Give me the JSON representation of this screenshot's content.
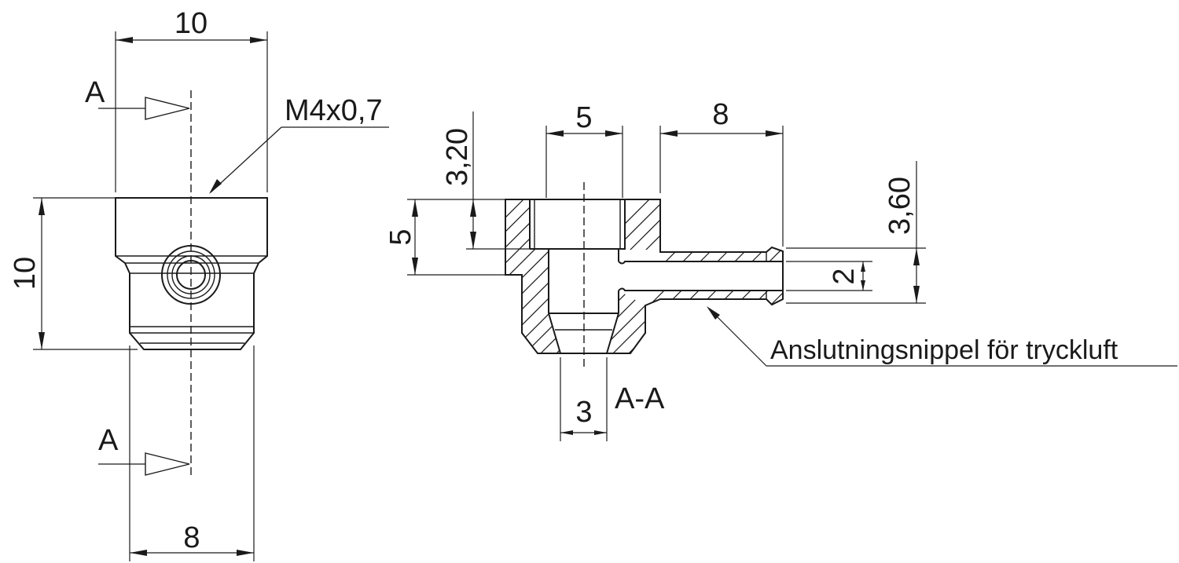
{
  "front_view": {
    "dim_top_width": "10",
    "dim_height": "10",
    "dim_bottom_width": "8",
    "section_marker_top": "A",
    "section_marker_bottom": "A",
    "thread_callout": "M4x0,7"
  },
  "section_view": {
    "title": "A-A",
    "dim_bore_width": "5",
    "dim_bore_depth": "3,20",
    "dim_upper_height": "5",
    "dim_nipple_length": "8",
    "dim_nipple_outer": "3,60",
    "dim_nipple_inner": "2",
    "dim_outlet_width": "3",
    "nipple_label": "Anslutningsnippel för tryckluft"
  }
}
